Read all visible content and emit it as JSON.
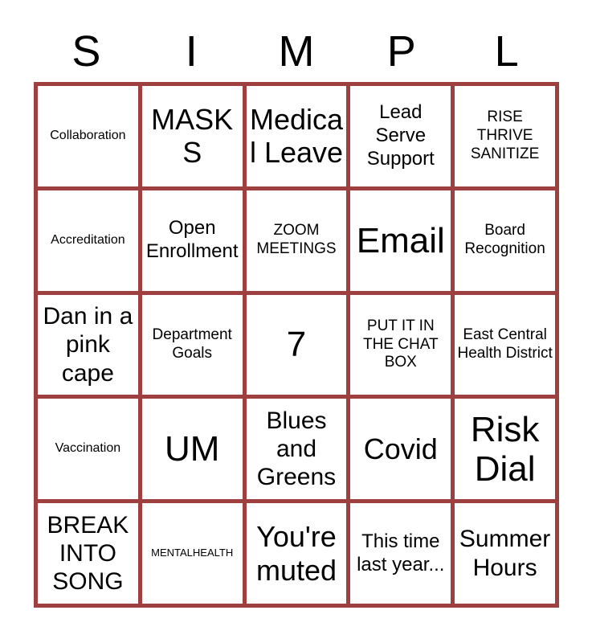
{
  "card": {
    "title_letters": [
      "S",
      "I",
      "M",
      "P",
      "L"
    ],
    "border_color": "#9E4040",
    "background_color": "#FFFFFF",
    "text_color": "#000000",
    "columns": 5,
    "rows": 5,
    "cells": [
      {
        "text": "Collaboration",
        "size": "t-sm"
      },
      {
        "text": "MASKS",
        "size": "t-xxl"
      },
      {
        "text": "Medical Leave",
        "size": "t-xxl"
      },
      {
        "text": "Lead Serve Support",
        "size": "t-lg"
      },
      {
        "text": "RISE THRIVE SANITIZE",
        "size": "t-md"
      },
      {
        "text": "Accreditation",
        "size": "t-sm"
      },
      {
        "text": "Open Enrollment",
        "size": "t-lg"
      },
      {
        "text": "ZOOM MEETINGS",
        "size": "t-md"
      },
      {
        "text": "Email",
        "size": "t-huge"
      },
      {
        "text": "Board Recognition",
        "size": "t-md"
      },
      {
        "text": "Dan in a pink cape",
        "size": "t-xl"
      },
      {
        "text": "Department Goals",
        "size": "t-md"
      },
      {
        "text": "7",
        "size": "t-huge"
      },
      {
        "text": "PUT IT IN THE CHAT BOX",
        "size": "t-md"
      },
      {
        "text": "East Central Health District",
        "size": "t-md"
      },
      {
        "text": "Vaccination",
        "size": "t-sm"
      },
      {
        "text": "UM",
        "size": "t-huge"
      },
      {
        "text": "Blues and Greens",
        "size": "t-xl"
      },
      {
        "text": "Covid",
        "size": "t-xxl"
      },
      {
        "text": "Risk Dial",
        "size": "t-huge"
      },
      {
        "text": "BREAK INTO SONG",
        "size": "t-xl"
      },
      {
        "text": "MENTALHEALTH",
        "size": "t-xs"
      },
      {
        "text": "You're muted",
        "size": "t-xxl"
      },
      {
        "text": "This time last year...",
        "size": "t-lg"
      },
      {
        "text": "Summer Hours",
        "size": "t-xl"
      }
    ]
  }
}
